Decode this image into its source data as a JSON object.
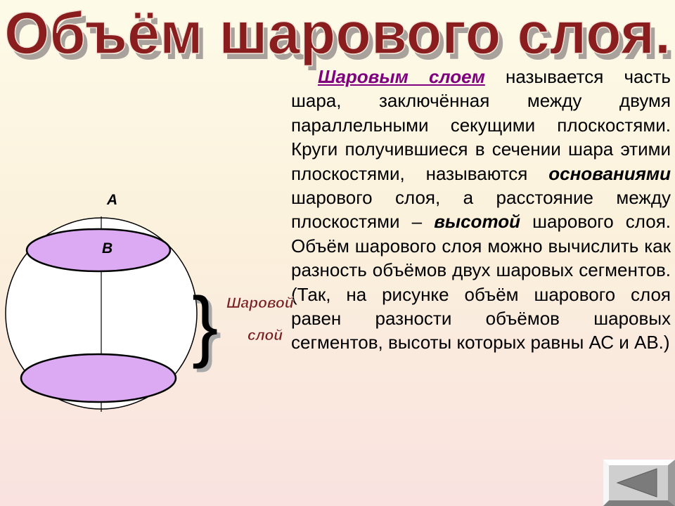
{
  "title": "Объём шарового слоя.",
  "definition": {
    "term": "Шаровым слоем",
    "text1": " называется часть шара, заключённая между двумя параллельными секущими плоскостями. Круги получившиеся в сечении шара этими плоскостями, называются ",
    "bases_term": "основаниями",
    "text2": " шарового слоя, а расстояние между плоскостями – ",
    "height_term": "высотой",
    "text3": " шарового слоя. Объём шарового слоя можно вычислить как разность объёмов двух шаровых сегментов. (Так, на рисунке объём шарового слоя равен разности объёмов шаровых сегментов, высоты которых равны АС и АВ.)"
  },
  "diagram": {
    "point_a": "А",
    "point_b": "В",
    "brace": "}",
    "layer_label_line1": "Шаровой",
    "layer_label_line2": "слой",
    "colors": {
      "section_fill": "#dcaaf2",
      "layer_label": "#7a1e1e",
      "title_fill": "#8a1d1d"
    }
  },
  "navigation": {
    "back_icon": "back-arrow-icon"
  }
}
